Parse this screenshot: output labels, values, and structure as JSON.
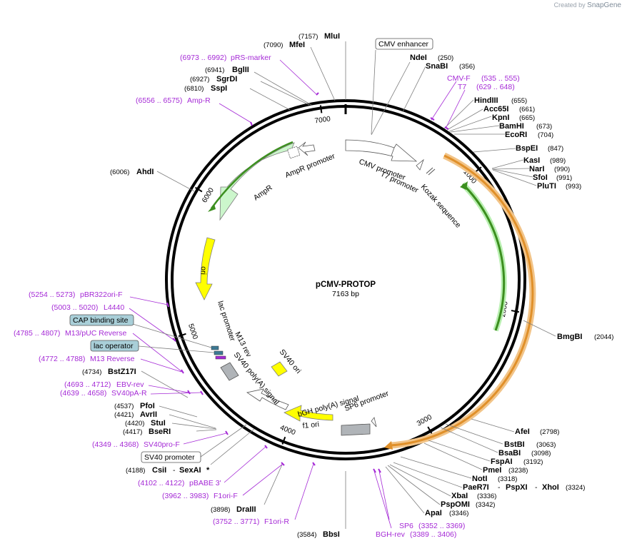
{
  "brand": {
    "created_by": "Created by",
    "app": "SnapGene"
  },
  "plasmid": {
    "name": "pCMV-PROTOP",
    "size_label": "7163 bp"
  },
  "ticks": [
    "1000",
    "2000",
    "3000",
    "4000",
    "5000",
    "6000",
    "7000"
  ],
  "colors": {
    "primer": "#a52ad6",
    "ampr": "#ccf6cc",
    "ori": "#ffff00",
    "orf": "#f0a030",
    "orf_inner": "#44aa22",
    "lac": "#3c7a94",
    "boxed": "#a9cfd8"
  },
  "features": {
    "cmv_promoter": "CMV promoter",
    "t7_promoter": "T7 promoter",
    "kozak": "Kozak sequence",
    "ampr": "AmpR",
    "ampr_promoter": "AmpR promoter",
    "ori": "ori",
    "lac_promoter": "lac promoter",
    "m13_rev": "M13 rev",
    "sv40_polya": "SV40 poly(A) signal",
    "sv40_ori": "SV40 ori",
    "bgh_polya": "bGH poly(A) signal",
    "f1_ori": "f1 ori",
    "sp6_promoter": "SP6 promoter"
  },
  "boxed_labels": {
    "cmv_enhancer": "CMV enhancer",
    "cap_binding": "CAP binding site",
    "lac_operator": "lac operator",
    "sv40_promoter": "SV40 promoter"
  },
  "enzymes": {
    "mlui": {
      "name": "MluI",
      "pos": "(7157)"
    },
    "mfei": {
      "name": "MfeI",
      "pos": "(7090)"
    },
    "bglii": {
      "name": "BglII",
      "pos": "(6941)"
    },
    "sgrdi": {
      "name": "SgrDI",
      "pos": "(6927)"
    },
    "sspi": {
      "name": "SspI",
      "pos": "(6810)"
    },
    "ahdi": {
      "name": "AhdI",
      "pos": "(6006)"
    },
    "ndei": {
      "name": "NdeI",
      "pos": "(250)"
    },
    "snabi": {
      "name": "SnaBI",
      "pos": "(356)"
    },
    "hindiii": {
      "name": "HindIII",
      "pos": "(655)"
    },
    "acc65i": {
      "name": "Acc65I",
      "pos": "(661)"
    },
    "kpni": {
      "name": "KpnI",
      "pos": "(665)"
    },
    "bamhi": {
      "name": "BamHI",
      "pos": "(673)"
    },
    "ecori": {
      "name": "EcoRI",
      "pos": "(704)"
    },
    "bspei": {
      "name": "BspEI",
      "pos": "(847)"
    },
    "kasi": {
      "name": "KasI",
      "pos": "(989)"
    },
    "nari": {
      "name": "NarI",
      "pos": "(990)"
    },
    "sfoi": {
      "name": "SfoI",
      "pos": "(991)"
    },
    "pluti": {
      "name": "PluTI",
      "pos": "(993)"
    },
    "bmgbi": {
      "name": "BmgBI",
      "pos": "(2044)"
    },
    "afei": {
      "name": "AfeI",
      "pos": "(2798)"
    },
    "bstbi": {
      "name": "BstBI",
      "pos": "(3063)"
    },
    "bsabi": {
      "name": "BsaBI",
      "pos": "(3098)"
    },
    "fspai": {
      "name": "FspAI",
      "pos": "(3192)"
    },
    "pmei": {
      "name": "PmeI",
      "pos": "(3238)"
    },
    "noti": {
      "name": "NotI",
      "pos": "(3318)"
    },
    "paer7i": {
      "name": "PaeR7I",
      "sep1": "-",
      "mid": "PspXI",
      "sep2": "-",
      "last": "XhoI",
      "pos": "(3324)"
    },
    "xbai": {
      "name": "XbaI",
      "pos": "(3336)"
    },
    "pspomi": {
      "name": "PspOMI",
      "pos": "(3342)"
    },
    "apai": {
      "name": "ApaI",
      "pos": "(3346)"
    },
    "bbsi": {
      "name": "BbsI",
      "pos": "(3584)"
    },
    "draiii": {
      "name": "DraIII",
      "pos": "(3898)"
    },
    "csii": {
      "name": "CsiI",
      "sep": "-",
      "second": "SexAI",
      "star": "*",
      "pos": "(4188)"
    },
    "bseri": {
      "name": "BseRI",
      "pos": "(4417)"
    },
    "stui": {
      "name": "StuI",
      "pos": "(4420)"
    },
    "avrii": {
      "name": "AvrII",
      "pos": "(4421)"
    },
    "pfoi": {
      "name": "PfoI",
      "pos": "(4537)"
    },
    "bstz17i": {
      "name": "BstZ17I",
      "pos": "(4734)"
    }
  },
  "primers": {
    "prs_marker": {
      "name": "pRS-marker",
      "range": "(6973 .. 6992)"
    },
    "amp_r": {
      "name": "Amp-R",
      "range": "(6556 .. 6575)"
    },
    "cmv_f": {
      "name": "CMV-F",
      "range": "(535 .. 555)"
    },
    "t7": {
      "name": "T7",
      "range": "(629 .. 648)"
    },
    "pbr322ori_f": {
      "name": "pBR322ori-F",
      "range": "(5254 .. 5273)"
    },
    "l4440": {
      "name": "L4440",
      "range": "(5003 .. 5020)"
    },
    "m13_puc_rev": {
      "name": "M13/pUC Reverse",
      "range": "(4785 .. 4807)"
    },
    "m13_reverse": {
      "name": "M13 Reverse",
      "range": "(4772 .. 4788)"
    },
    "ebv_rev": {
      "name": "EBV-rev",
      "range": "(4693 .. 4712)"
    },
    "sv40pa_r": {
      "name": "SV40pA-R",
      "range": "(4639 .. 4658)"
    },
    "sv40pro_f": {
      "name": "SV40pro-F",
      "range": "(4349 .. 4368)"
    },
    "pbabe3": {
      "name": "pBABE 3'",
      "range": "(4102 .. 4122)"
    },
    "f1ori_f": {
      "name": "F1ori-F",
      "range": "(3962 .. 3983)"
    },
    "f1ori_r": {
      "name": "F1ori-R",
      "range": "(3752 .. 3771)"
    },
    "sp6": {
      "name": "SP6",
      "range": "(3352 .. 3369)"
    },
    "bgh_rev": {
      "name": "BGH-rev",
      "range": "(3389 .. 3406)"
    }
  }
}
